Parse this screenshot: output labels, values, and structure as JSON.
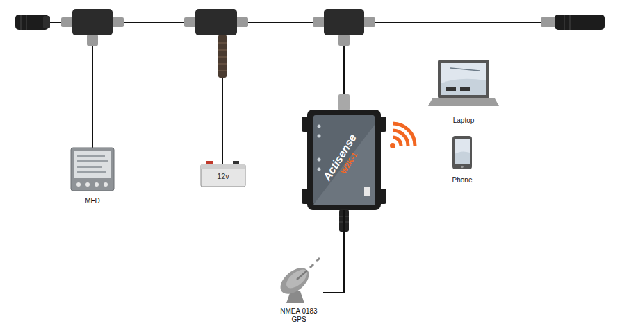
{
  "diagram": {
    "nodes": [
      {
        "text": [
          "MFD"
        ]
      },
      {
        "text": [
          "12v"
        ]
      },
      {
        "text": [
          "Actisense",
          "W2K-1"
        ]
      },
      {
        "text": [
          "Laptop"
        ]
      },
      {
        "text": [
          "Phone"
        ]
      },
      {
        "text": [
          "NMEA 0183 GPS"
        ]
      }
    ],
    "edges": [
      {
        "from": 2,
        "to": 5,
        "arrow": "none"
      }
    ]
  }
}
